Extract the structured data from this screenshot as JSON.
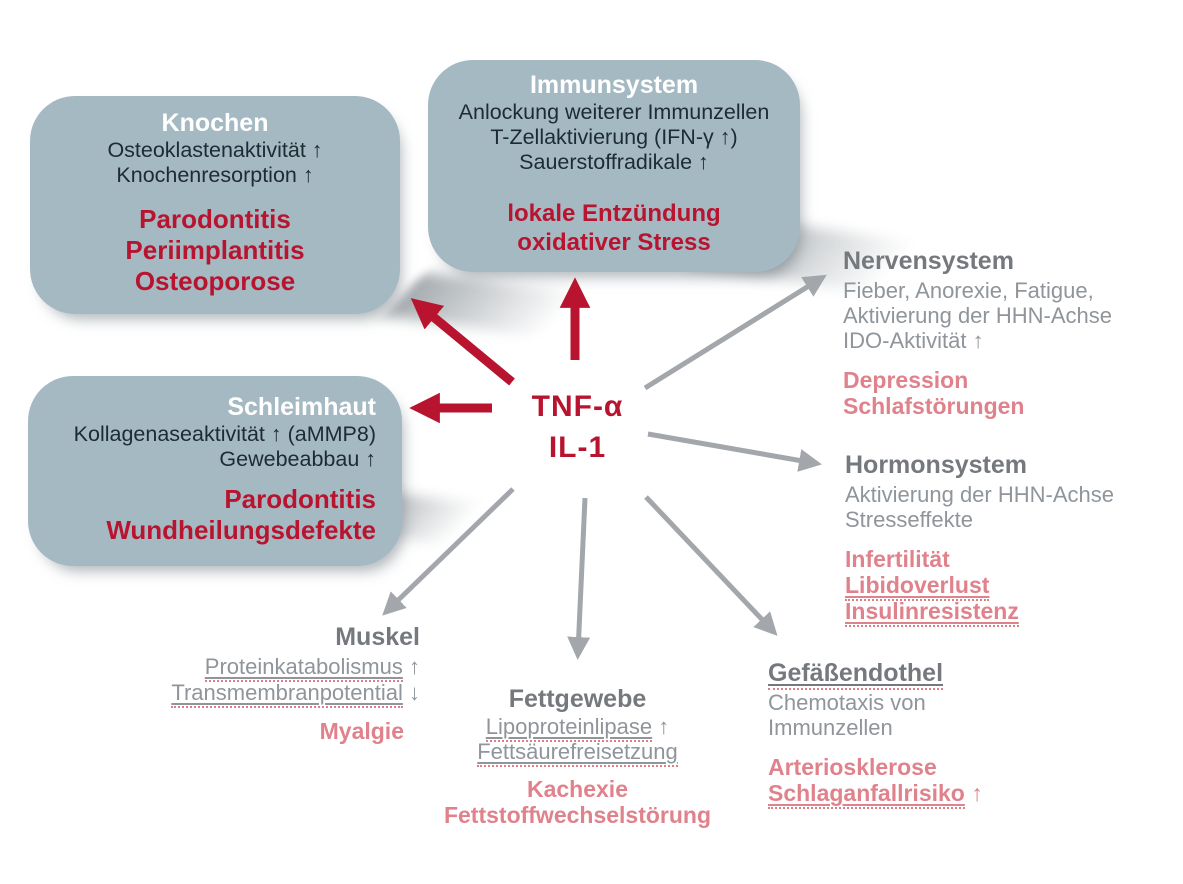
{
  "center": {
    "line1": "TNF-α",
    "line2": "IL-1"
  },
  "boxes": {
    "knochen": {
      "title": "Knochen",
      "lines": [
        "Osteoklastenaktivität ↑",
        "Knochenresorption ↑"
      ],
      "outcomes": [
        "Parodontitis",
        "Periimplantitis",
        "Osteoporose"
      ]
    },
    "immunsystem": {
      "title": "Immunsystem",
      "lines": [
        "Anlockung weiterer Immunzellen",
        "T-Zellaktivierung (IFN-γ ↑)",
        "Sauerstoffradikale ↑"
      ],
      "outcomes": [
        "lokale Entzündung",
        "oxidativer Stress"
      ]
    },
    "schleimhaut": {
      "title": "Schleimhaut",
      "lines": [
        "Kollagenaseaktivität ↑ (aMMP8)",
        "Gewebeabbau ↑"
      ],
      "outcomes": [
        "Parodontitis",
        "Wundheilungsdefekte"
      ]
    }
  },
  "systems": {
    "nervensystem": {
      "title": "Nervensystem",
      "lines": [
        "Fieber, Anorexie, Fatigue,",
        "Aktivierung der HHN-Achse",
        "IDO-Aktivität ↑"
      ],
      "outcomes": [
        {
          "text": "Depression"
        },
        {
          "text": "Schlafstörungen"
        }
      ]
    },
    "hormonsystem": {
      "title": "Hormonsystem",
      "lines": [
        "Aktivierung der HHN-Achse",
        "Stresseffekte"
      ],
      "outcomes": [
        {
          "text": "Infertilität"
        },
        {
          "text": "Libidoverlust"
        },
        {
          "text": "Insulinresistenz"
        }
      ]
    },
    "gefaessendothel": {
      "title": "Gefäßendothel",
      "lines": [
        "Chemotaxis von",
        "Immunzellen"
      ],
      "outcomes": [
        {
          "text": "Arteriosklerose"
        },
        {
          "text": "Schlaganfallrisiko",
          "suffix": " ↑"
        }
      ]
    },
    "fettgewebe": {
      "title": "Fettgewebe",
      "lines": [
        {
          "text": "Lipoproteinlipase",
          "suffix": " ↑"
        },
        {
          "text": "Fettsäurefreisetzung",
          "suffix": ""
        }
      ],
      "outcomes": [
        {
          "text": "Kachexie"
        },
        {
          "text": "Fettstoffwechselstörung"
        }
      ]
    },
    "muskel": {
      "title": "Muskel",
      "lines": [
        {
          "text": "Proteinkatabolismus",
          "suffix": " ↑"
        },
        {
          "text": "Transmembranpotential",
          "suffix": " ↓"
        }
      ],
      "outcomes": [
        {
          "text": "Myalgie"
        }
      ]
    }
  },
  "colors": {
    "box_fill": "#a5b9c3",
    "box_dark_text": "#1d2b33",
    "strong_red": "#b81430",
    "pink": "#e0828c",
    "gray_text": "#8f959a",
    "gray_title": "#75797e",
    "arrow_gray": "#a3a7ab"
  }
}
